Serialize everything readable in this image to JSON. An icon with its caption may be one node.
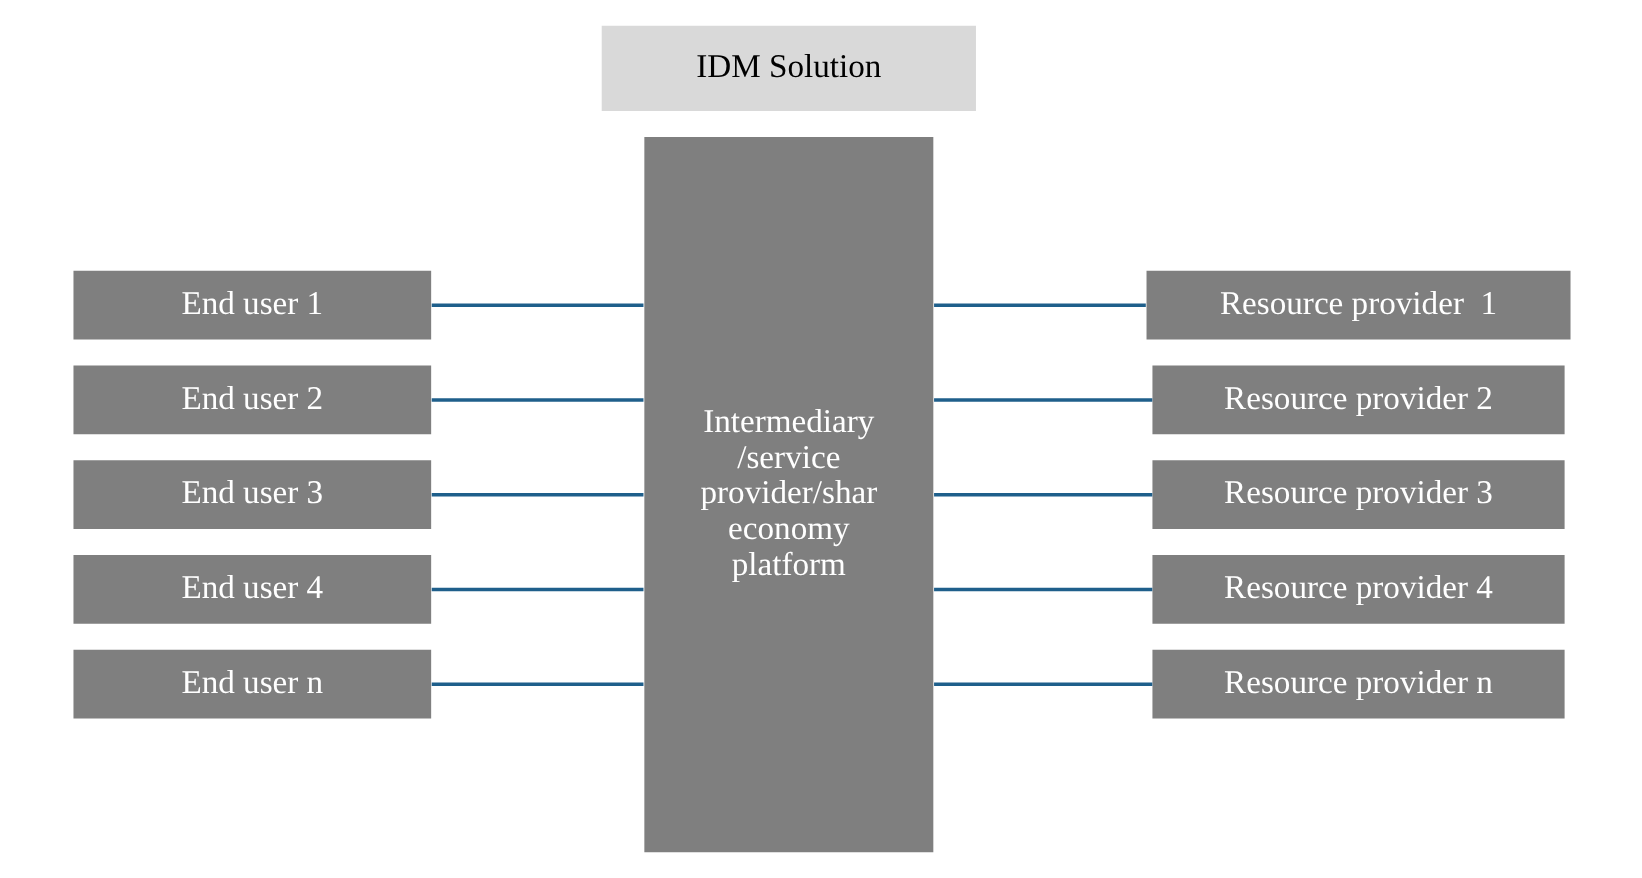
{
  "diagram": {
    "nodes": [
      {
        "text": [
          "IDM Solution"
        ]
      },
      {
        "text": [
          "End user 1"
        ]
      },
      {
        "text": [
          "End user 2"
        ]
      },
      {
        "text": [
          "End user 3"
        ]
      },
      {
        "text": [
          "End user 4"
        ]
      },
      {
        "text": [
          "End user n"
        ]
      },
      {
        "text": [
          "Intermediary /service provider/shar economy platform"
        ]
      },
      {
        "text": [
          "Resource provider  1"
        ]
      },
      {
        "text": [
          "Resource provider 2"
        ]
      },
      {
        "text": [
          "Resource provider 3"
        ]
      },
      {
        "text": [
          "Resource provider 4"
        ]
      },
      {
        "text": [
          "Resource provider n"
        ]
      }
    ],
    "edges": [
      {
        "from": 1,
        "to": 6,
        "arrow": "none"
      },
      {
        "from": 2,
        "to": 6,
        "arrow": "none"
      },
      {
        "from": 3,
        "to": 6,
        "arrow": "none"
      },
      {
        "from": 4,
        "to": 6,
        "arrow": "none"
      },
      {
        "from": 5,
        "to": 6,
        "arrow": "none"
      },
      {
        "from": 6,
        "to": 7,
        "arrow": "none"
      },
      {
        "from": 6,
        "to": 8,
        "arrow": "none"
      },
      {
        "from": 6,
        "to": 9,
        "arrow": "none"
      },
      {
        "from": 6,
        "to": 10,
        "arrow": "none"
      },
      {
        "from": 6,
        "to": 11,
        "arrow": "none"
      }
    ]
  }
}
